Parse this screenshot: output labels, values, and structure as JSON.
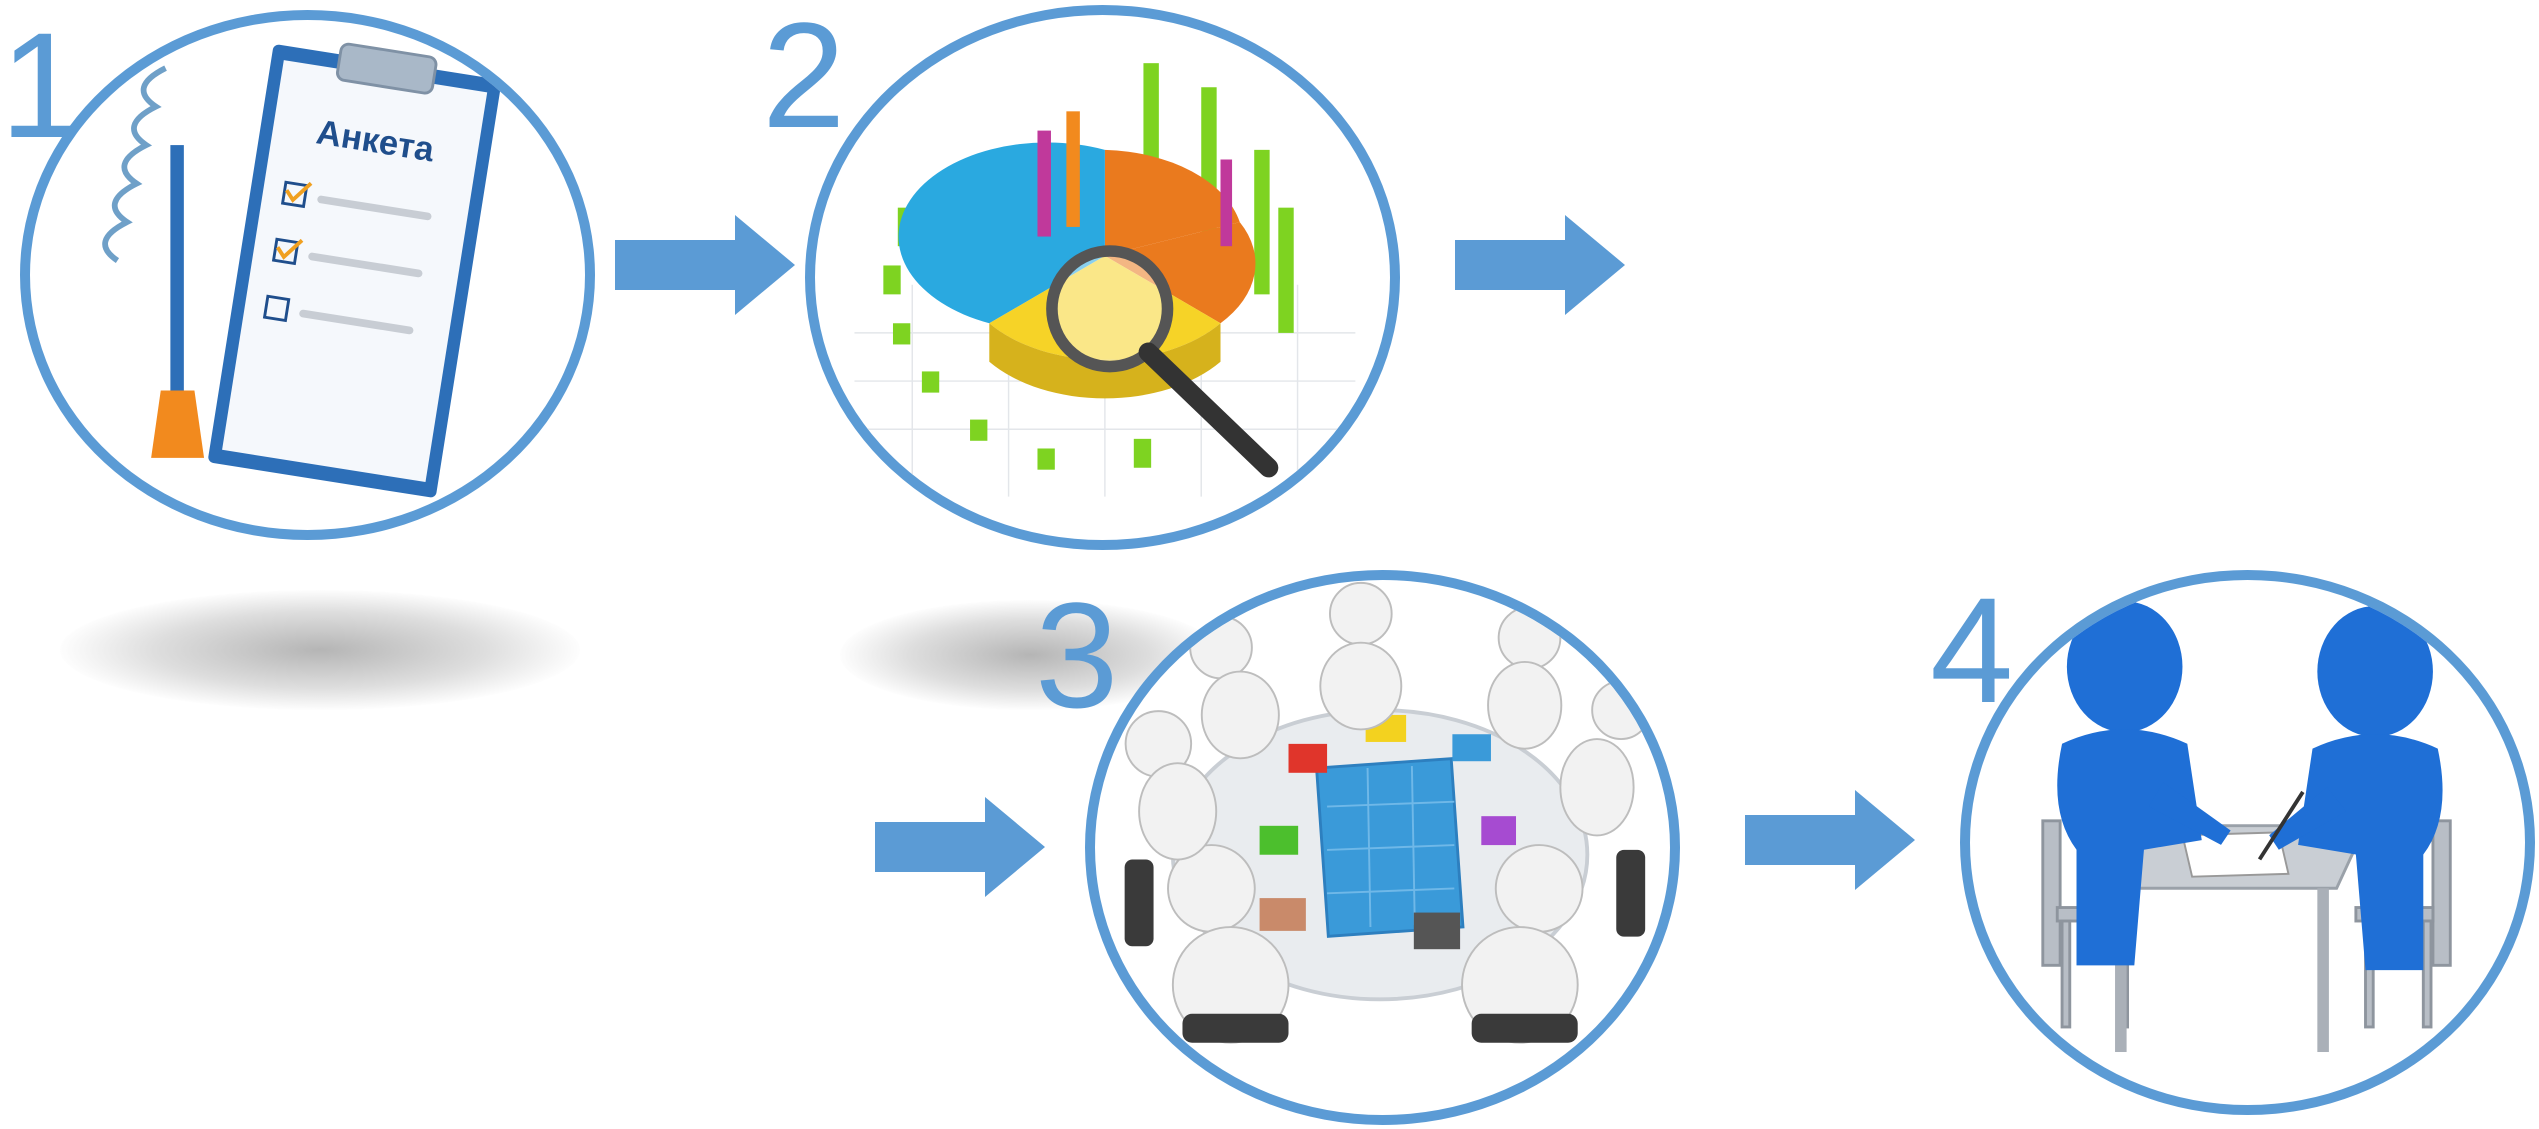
{
  "colors": {
    "accent": "#5b9bd5",
    "ring": "#5b9bd5",
    "figure_blue": "#1f6fd6",
    "figure_white": "#f2f2f2"
  },
  "steps": [
    {
      "number": "1",
      "icon": "questionnaire-clipboard-icon",
      "clipboard_title": "Анкета"
    },
    {
      "number": "2",
      "icon": "data-analysis-chart-icon"
    },
    {
      "number": "3",
      "icon": "team-puzzle-meeting-icon"
    },
    {
      "number": "4",
      "icon": "two-people-negotiation-icon"
    }
  ],
  "arrows": [
    {
      "icon": "right-arrow-icon"
    },
    {
      "icon": "right-arrow-icon"
    },
    {
      "icon": "right-arrow-icon"
    },
    {
      "icon": "right-arrow-icon"
    }
  ]
}
